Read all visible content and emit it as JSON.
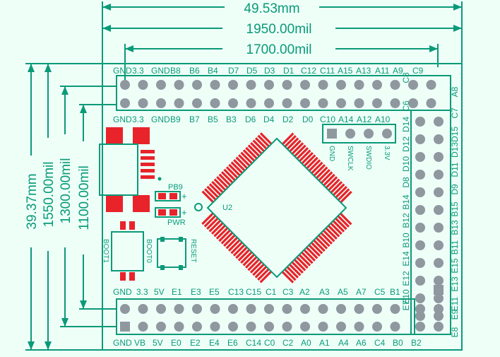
{
  "colors": {
    "background": "#eefff8",
    "silk": "#0a9a78",
    "pad": "#8f979f",
    "copper": "#e8232a"
  },
  "dimensions": {
    "width_mm": "49.53mm",
    "width_mil": "1950.00mil",
    "header_span_mil": "1700.00mil",
    "height_mm": "39.37mm",
    "height_mil": "1550.00mil",
    "inner_height_mil": "1300.00mil",
    "header_height_mil": "1100.00mil"
  },
  "headers": {
    "top_row1": [
      "GND",
      "3.3",
      "GND",
      "B8",
      "B6",
      "B4",
      "D7",
      "D5",
      "D3",
      "D1",
      "C12",
      "C11",
      "A15",
      "A13",
      "A11",
      "A9",
      "C9"
    ],
    "top_row2": [
      "GND",
      "3.3",
      "GND",
      "B9",
      "B7",
      "B5",
      "B3",
      "D6",
      "D4",
      "D2",
      "D0",
      "C10",
      "A14",
      "A12",
      "A10"
    ],
    "bottom_row1": [
      "GND",
      "3.3",
      "5V",
      "E1",
      "E3",
      "E5",
      "C13",
      "C15",
      "C1",
      "C3",
      "A2",
      "A3",
      "A5",
      "A7",
      "C5",
      "B1"
    ],
    "bottom_row2": [
      "GND",
      "VB",
      "5V",
      "E0",
      "E2",
      "E4",
      "E6",
      "C14",
      "C0",
      "C2",
      "A0",
      "A1",
      "A4",
      "A6",
      "C4",
      "B0",
      "B2"
    ],
    "right_inner": [
      "A8",
      "C7",
      "D15",
      "D13",
      "D11",
      "D9",
      "B15",
      "B13",
      "B11",
      "E15",
      "E13",
      "E11",
      "E9",
      "E8"
    ],
    "right_outer": [
      "C8",
      "C6",
      "D14",
      "D12",
      "D10",
      "D8",
      "B14",
      "B12",
      "B10",
      "E14",
      "E12",
      "E10",
      "E7"
    ]
  },
  "swd": [
    "GND",
    "SWCLK",
    "SWDIO",
    "3.3V"
  ],
  "labels": {
    "mcu": "U2",
    "led_pb9": "PB9",
    "led_pwr": "PWR",
    "boot1": "BOOT1",
    "boot0": "BOOT0",
    "reset": "RESET"
  }
}
